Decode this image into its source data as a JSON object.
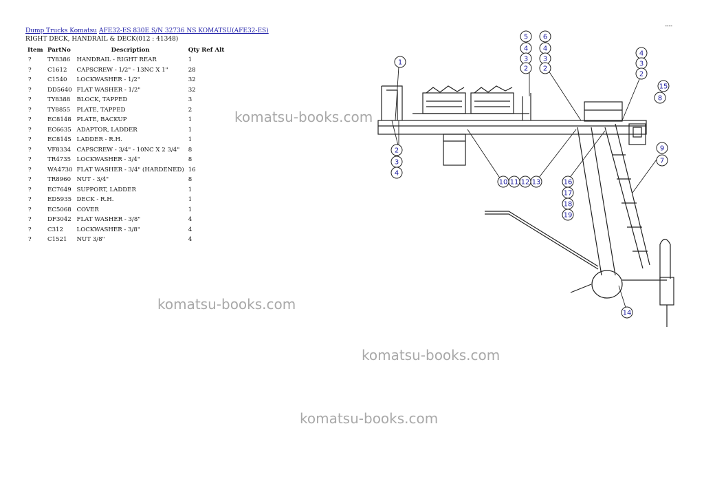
{
  "breadcrumb": {
    "link1": "Dump Trucks Komatsu",
    "link2": "AFE32-ES 830E S/N 32736 NS KOMATSU(AFE32-ES)"
  },
  "subtitle": "RIGHT DECK, HANDRAIL & DECK(012 : 41348)",
  "corner_mark": "----",
  "table": {
    "headers": [
      "Item",
      "PartNo",
      "Description",
      "Qty Ref Alt"
    ],
    "rows": [
      [
        "?",
        "TY8386",
        "HANDRAIL - RIGHT REAR",
        "1"
      ],
      [
        "?",
        "C1612",
        "CAPSCREW - 1/2\" - 13NC X 1\"",
        "28"
      ],
      [
        "?",
        "C1540",
        "LOCKWASHER - 1/2\"",
        "32"
      ],
      [
        "?",
        "DD5640",
        "FLAT WASHER - 1/2\"",
        "32"
      ],
      [
        "?",
        "TY8388",
        "BLOCK, TAPPED",
        "3"
      ],
      [
        "?",
        "TY8855",
        "PLATE, TAPPED",
        "2"
      ],
      [
        "?",
        "EC8148",
        "PLATE, BACKUP",
        "1"
      ],
      [
        "?",
        "EC6635",
        "ADAPTOR, LADDER",
        "1"
      ],
      [
        "?",
        "EC8145",
        "LADDER - R.H.",
        "1"
      ],
      [
        "?",
        "VF8334",
        "CAPSCREW - 3/4\" - 10NC X 2 3/4\"",
        "8"
      ],
      [
        "?",
        "TR4735",
        "LOCKWASHER - 3/4\"",
        "8"
      ],
      [
        "?",
        "WA4730",
        "FLAT WASHER - 3/4\" (HARDENED)",
        "16"
      ],
      [
        "?",
        "TR8960",
        "NUT - 3/4\"",
        "8"
      ],
      [
        "?",
        "EC7649",
        "SUPPORT, LADDER",
        "1"
      ],
      [
        "?",
        "ED5935",
        "DECK - R.H.",
        "1"
      ],
      [
        "?",
        "EC5068",
        "COVER",
        "1"
      ],
      [
        "?",
        "DF3042",
        "FLAT WASHER - 3/8\"",
        "4"
      ],
      [
        "?",
        "C312",
        "LOCKWASHER - 3/8\"",
        "4"
      ],
      [
        "?",
        "C1521",
        "NUT 3/8\"",
        "4"
      ]
    ]
  },
  "watermarks": [
    "komatsu-books.com",
    "komatsu-books.com",
    "komatsu-books.com",
    "komatsu-books.com"
  ],
  "callouts": [
    "1",
    "5",
    "4",
    "3",
    "2",
    "6",
    "4",
    "3",
    "2",
    "4",
    "3",
    "2",
    "15",
    "8",
    "9",
    "7",
    "2",
    "3",
    "4",
    "10",
    "11",
    "12",
    "13",
    "16",
    "17",
    "18",
    "19",
    "14"
  ]
}
